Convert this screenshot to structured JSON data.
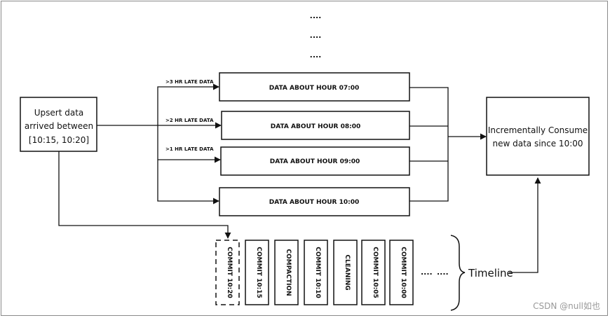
{
  "dots": [
    "....",
    "....",
    "...."
  ],
  "source_box": {
    "lines": [
      "Upsert data",
      "arrived between",
      "[10:15, 10:20]"
    ]
  },
  "late_labels": [
    ">3 HR LATE DATA",
    ">2 HR LATE DATA",
    ">1 HR LATE DATA"
  ],
  "hour_boxes": [
    "DATA ABOUT HOUR 07:00",
    "DATA ABOUT HOUR 08:00",
    "DATA ABOUT HOUR 09:00",
    "DATA ABOUT HOUR 10:00"
  ],
  "consumer_box": {
    "lines": [
      "Incrementally Consume",
      "new data since 10:00"
    ]
  },
  "timeline": {
    "items": [
      "COMMIT 10:20",
      "COMMIT 10:15",
      "COMPACTION",
      "COMMIT 10:10",
      "CLEANING",
      "COMMIT 10:05",
      "COMMIT 10:00"
    ],
    "ellipsis": [
      "....",
      "...."
    ],
    "label": "Timeline"
  },
  "watermark": "CSDN @null如也"
}
